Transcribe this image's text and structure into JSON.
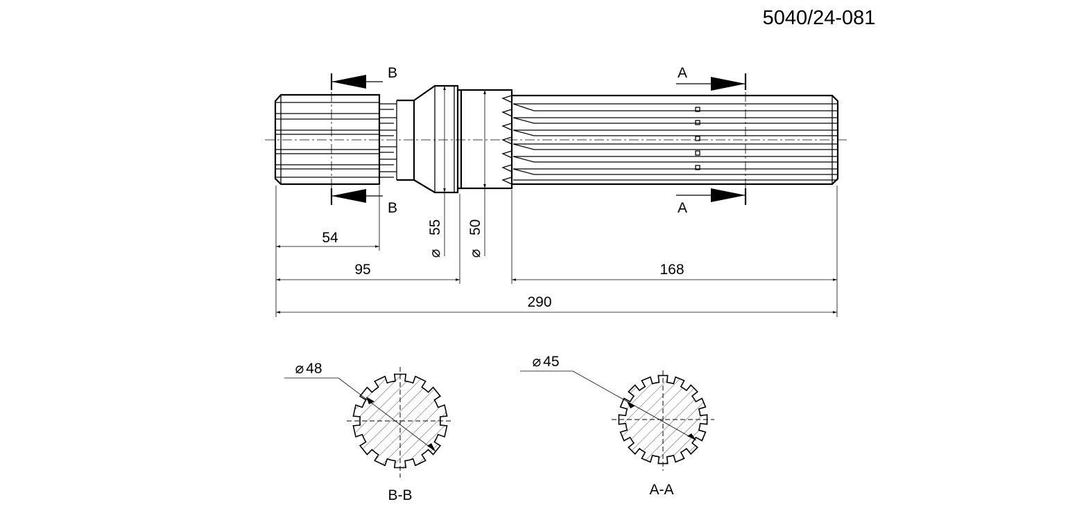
{
  "drawing_number": "5040/24-081",
  "section_markers": {
    "b_top": "B",
    "b_bottom": "B",
    "a_top": "A",
    "a_bottom": "A"
  },
  "dimensions": {
    "len_54": "54",
    "len_95": "95",
    "len_168": "168",
    "len_290": "290",
    "dia_55": "55",
    "dia_50": "50",
    "dia_48": "48",
    "dia_45": "45"
  },
  "diameter_symbol": "⌀",
  "section_labels": {
    "bb": "B-B",
    "aa": "A-A"
  }
}
